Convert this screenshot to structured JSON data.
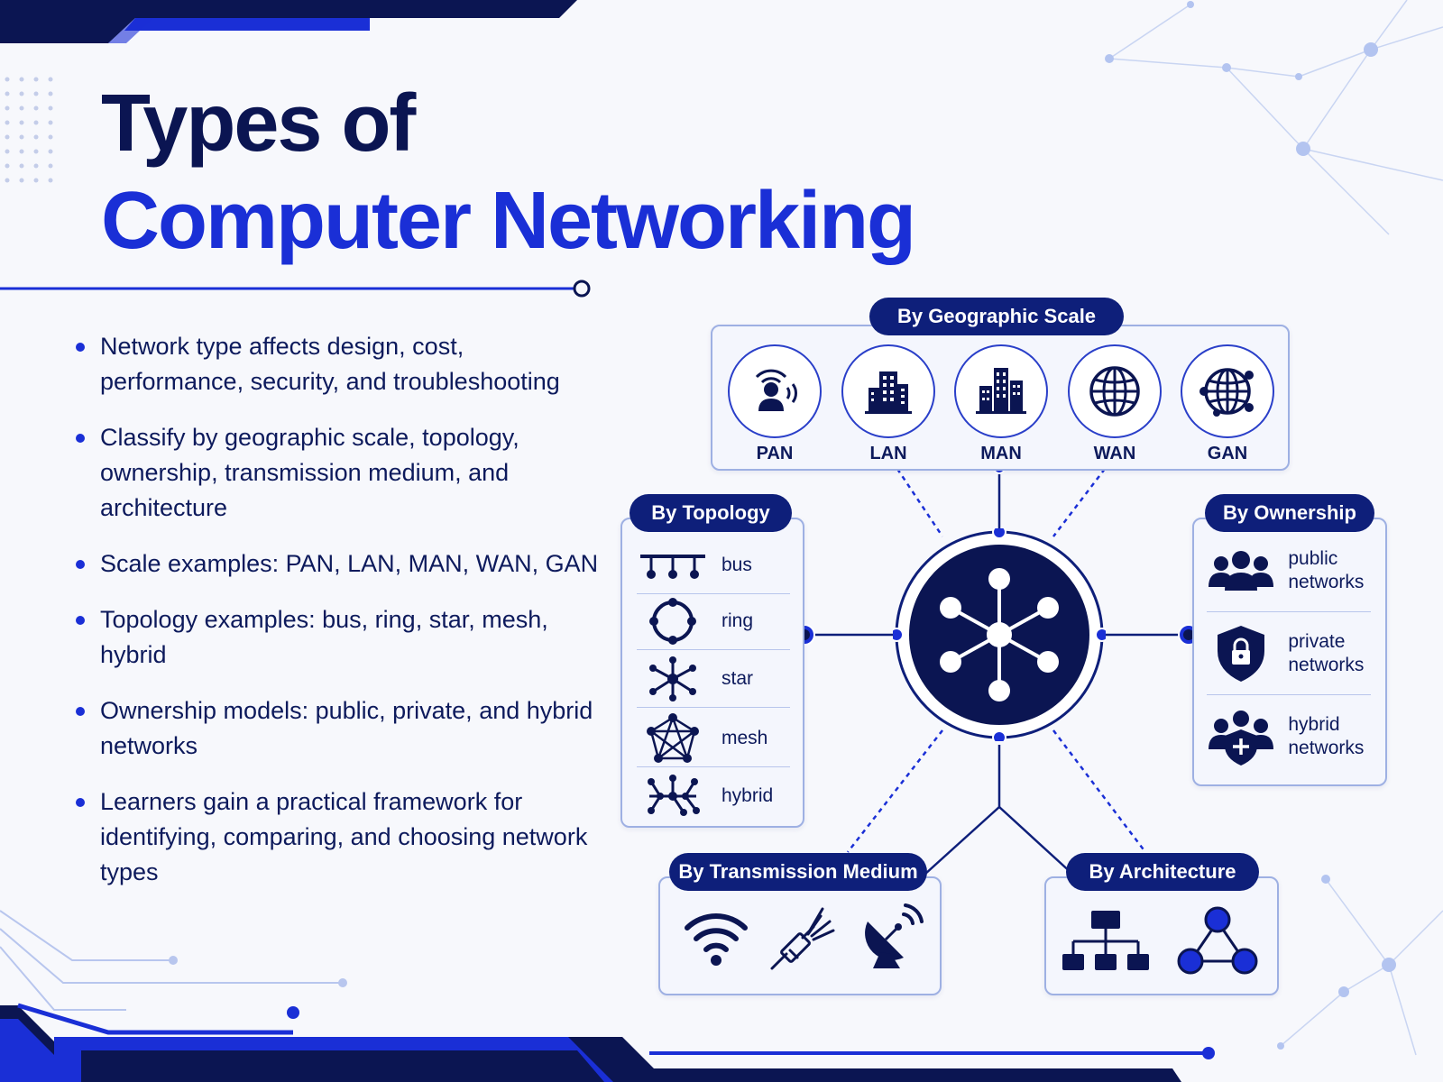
{
  "title": {
    "line1": "Types of",
    "line2": "Computer Networking"
  },
  "bullets": [
    "Network type affects design, cost, performance, security, and troubleshooting",
    "Classify by geographic scale, topology, ownership, transmission medium, and architecture",
    "Scale examples: PAN, LAN, MAN, WAN, GAN",
    "Topology examples: bus, ring, star, mesh, hybrid",
    "Ownership models: public, private, and hybrid networks",
    "Learners gain a practical framework for identifying, comparing, and choosing network types"
  ],
  "geographic_scale": {
    "heading": "By Geographic Scale",
    "items": [
      {
        "label": "PAN",
        "icon": "person-wireless-icon"
      },
      {
        "label": "LAN",
        "icon": "office-building-icon"
      },
      {
        "label": "MAN",
        "icon": "city-buildings-icon"
      },
      {
        "label": "WAN",
        "icon": "globe-icon"
      },
      {
        "label": "GAN",
        "icon": "globe-network-icon"
      }
    ]
  },
  "topology": {
    "heading": "By Topology",
    "items": [
      {
        "label": "bus",
        "icon": "bus-topology-icon"
      },
      {
        "label": "ring",
        "icon": "ring-topology-icon"
      },
      {
        "label": "star",
        "icon": "star-topology-icon"
      },
      {
        "label": "mesh",
        "icon": "mesh-topology-icon"
      },
      {
        "label": "hybrid",
        "icon": "hybrid-topology-icon"
      }
    ]
  },
  "ownership": {
    "heading": "By Ownership",
    "items": [
      {
        "label": "public networks",
        "icon": "people-group-icon"
      },
      {
        "label": "private networks",
        "icon": "shield-lock-icon"
      },
      {
        "label": "hybrid networks",
        "icon": "people-shield-icon"
      }
    ]
  },
  "transmission_medium": {
    "heading": "By Transmission Medium",
    "icons": [
      "wifi-icon",
      "fiber-cable-icon",
      "satellite-dish-icon"
    ]
  },
  "architecture": {
    "heading": "By Architecture",
    "icons": [
      "client-server-hierarchy-icon",
      "peer-to-peer-icon"
    ]
  },
  "hub": {
    "icon": "network-hub-icon"
  },
  "colors": {
    "navy": "#0b1552",
    "accent_blue": "#1a2fd6",
    "pill": "#0e1f7a",
    "panel_border": "#9eb0e3"
  }
}
